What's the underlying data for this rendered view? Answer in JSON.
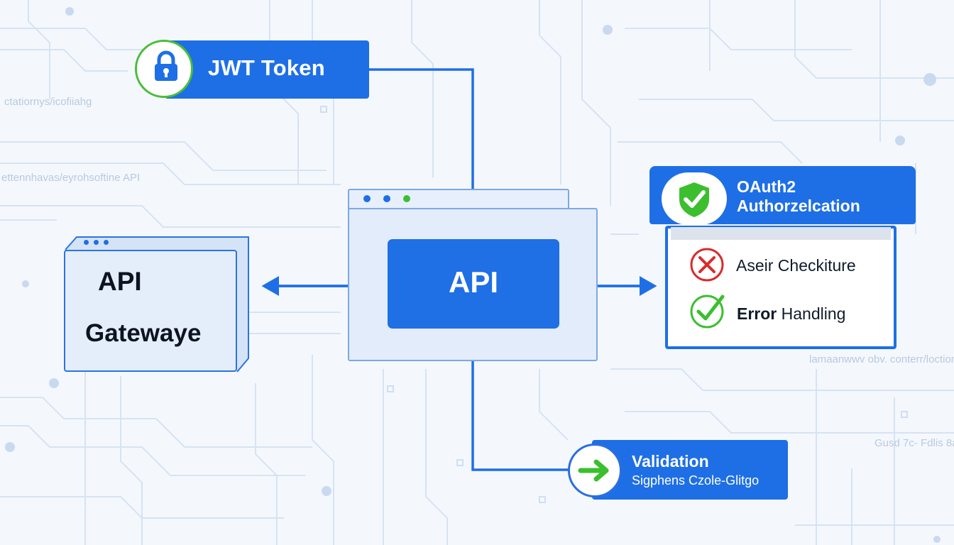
{
  "background": {
    "faint_texts": [
      "ctatiornys/icofiiahg",
      "ettennhavas/eyrohsoftine API",
      "lamaanwwv obv. conterr/loctiongex",
      "Gusd 7c- Fdlis 8a"
    ]
  },
  "jwt": {
    "label": "JWT Token",
    "icon": "lock-icon"
  },
  "gateway": {
    "line1": "API",
    "line2": "Gatewaye"
  },
  "api": {
    "label": "API"
  },
  "oauth": {
    "title_line1": "OAuth2",
    "title_line2": "Authorzelcation",
    "icon": "shield-check-icon",
    "items": [
      {
        "prefix": "",
        "text": "Aseir Checkiture",
        "status": "fail",
        "icon": "cross-icon"
      },
      {
        "prefix": "Error",
        "text": " Handling",
        "status": "pass",
        "icon": "check-icon"
      }
    ]
  },
  "validation": {
    "title": "Validation",
    "subtitle": "Sigphens Czole-Glitgo",
    "icon": "arrow-right-icon"
  },
  "colors": {
    "primary_blue": "#1e6fe6",
    "line_blue": "#2b74e0",
    "success_green": "#3cbf2f",
    "error_red": "#d92b2b",
    "background": "#f4f8fd"
  }
}
